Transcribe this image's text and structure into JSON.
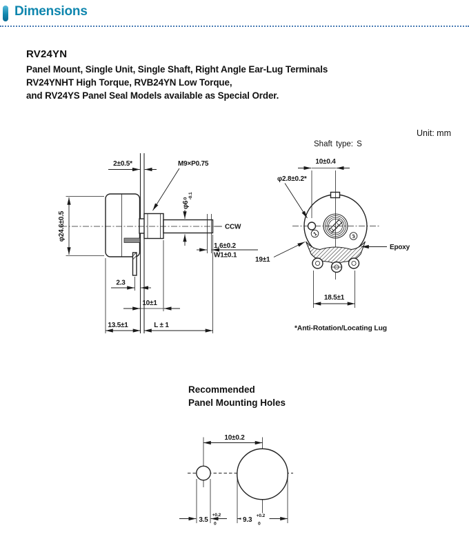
{
  "header": {
    "title": "Dimensions",
    "accent_color": "#0f86ae",
    "rule_color": "#4579b2"
  },
  "product": {
    "model": "RV24YN",
    "line1": "Panel Mount, Single Unit, Single Shaft, Right Angle Ear-Lug Terminals",
    "line2": "RV24YNHT High Torque, RVB24YN Low Torque,",
    "line3": "and RV24YS Panel Seal Models available as Special Order."
  },
  "unit_label": "Unit: mm",
  "side_view": {
    "panel_thickness": "2±0.5*",
    "thread_spec": "M9×P0.75",
    "body_dia": "φ24.6±0.5",
    "shaft_dia": "φ6",
    "shaft_dia_tol_upper": "0",
    "shaft_dia_tol_lower": "-0.1",
    "rotation_label": "CCW",
    "slot_depth": "1.6±0.2",
    "slot_width": "W1±0.1",
    "terminal_to_panel": "2.3",
    "bushing_length": "10±1",
    "body_depth": "13.5±1",
    "shaft_length": "L ± 1"
  },
  "front_view": {
    "shaft_type_label": "Shaft type: S",
    "lug_offset": "10±0.4",
    "lug_dia": "φ2.8±0.2*",
    "terminal_1": "1",
    "terminal_3": "3",
    "epoxy_label": "Epoxy",
    "seal_dim": "19±1",
    "terminal_span": "18.5±1",
    "note": "*Anti-Rotation/Locating Lug"
  },
  "mounting": {
    "title_line1": "Recommended",
    "title_line2": "Panel Mounting Holes",
    "hole_spacing": "10±0.2",
    "small_hole_dia": "3.5",
    "small_hole_tol_upper": "+0.2",
    "small_hole_tol_lower": "0",
    "large_hole_dia": "9.3",
    "large_hole_tol_upper": "+0.2",
    "large_hole_tol_lower": "0"
  }
}
